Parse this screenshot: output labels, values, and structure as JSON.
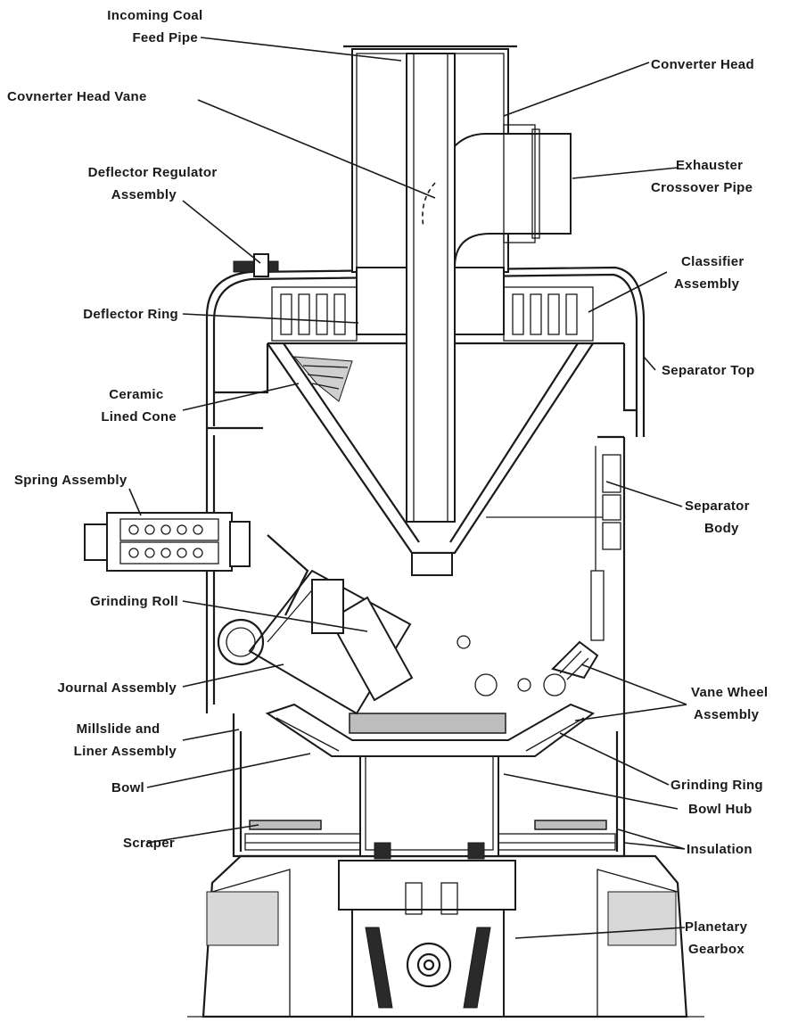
{
  "labels": {
    "incoming_coal_feed_pipe": [
      "Incoming Coal",
      "Feed Pipe"
    ],
    "converter_head": [
      "Converter Head"
    ],
    "converter_head_vane": [
      "Covnerter Head Vane"
    ],
    "deflector_regulator_assembly": [
      "Deflector Regulator",
      "Assembly"
    ],
    "exhauster_crossover_pipe": [
      "Exhauster",
      "Crossover Pipe"
    ],
    "classifier_assembly": [
      "Classifier",
      "Assembly"
    ],
    "deflector_ring": [
      "Deflector Ring"
    ],
    "separator_top": [
      "Separator Top"
    ],
    "ceramic_lined_cone": [
      "Ceramic",
      "Lined Cone"
    ],
    "spring_assembly": [
      "Spring Assembly"
    ],
    "separator_body": [
      "Separator",
      "Body"
    ],
    "grinding_roll": [
      "Grinding Roll"
    ],
    "journal_assembly": [
      "Journal Assembly"
    ],
    "vane_wheel_assembly": [
      "Vane Wheel",
      "Assembly"
    ],
    "millslide_and_liner_assembly": [
      "Millslide and",
      "Liner Assembly"
    ],
    "grinding_ring": [
      "Grinding Ring"
    ],
    "bowl": [
      "Bowl"
    ],
    "bowl_hub": [
      "Bowl Hub"
    ],
    "scraper": [
      "Scraper"
    ],
    "insulation": [
      "Insulation"
    ],
    "planetary_gearbox": [
      "Planetary",
      "Gearbox"
    ]
  }
}
